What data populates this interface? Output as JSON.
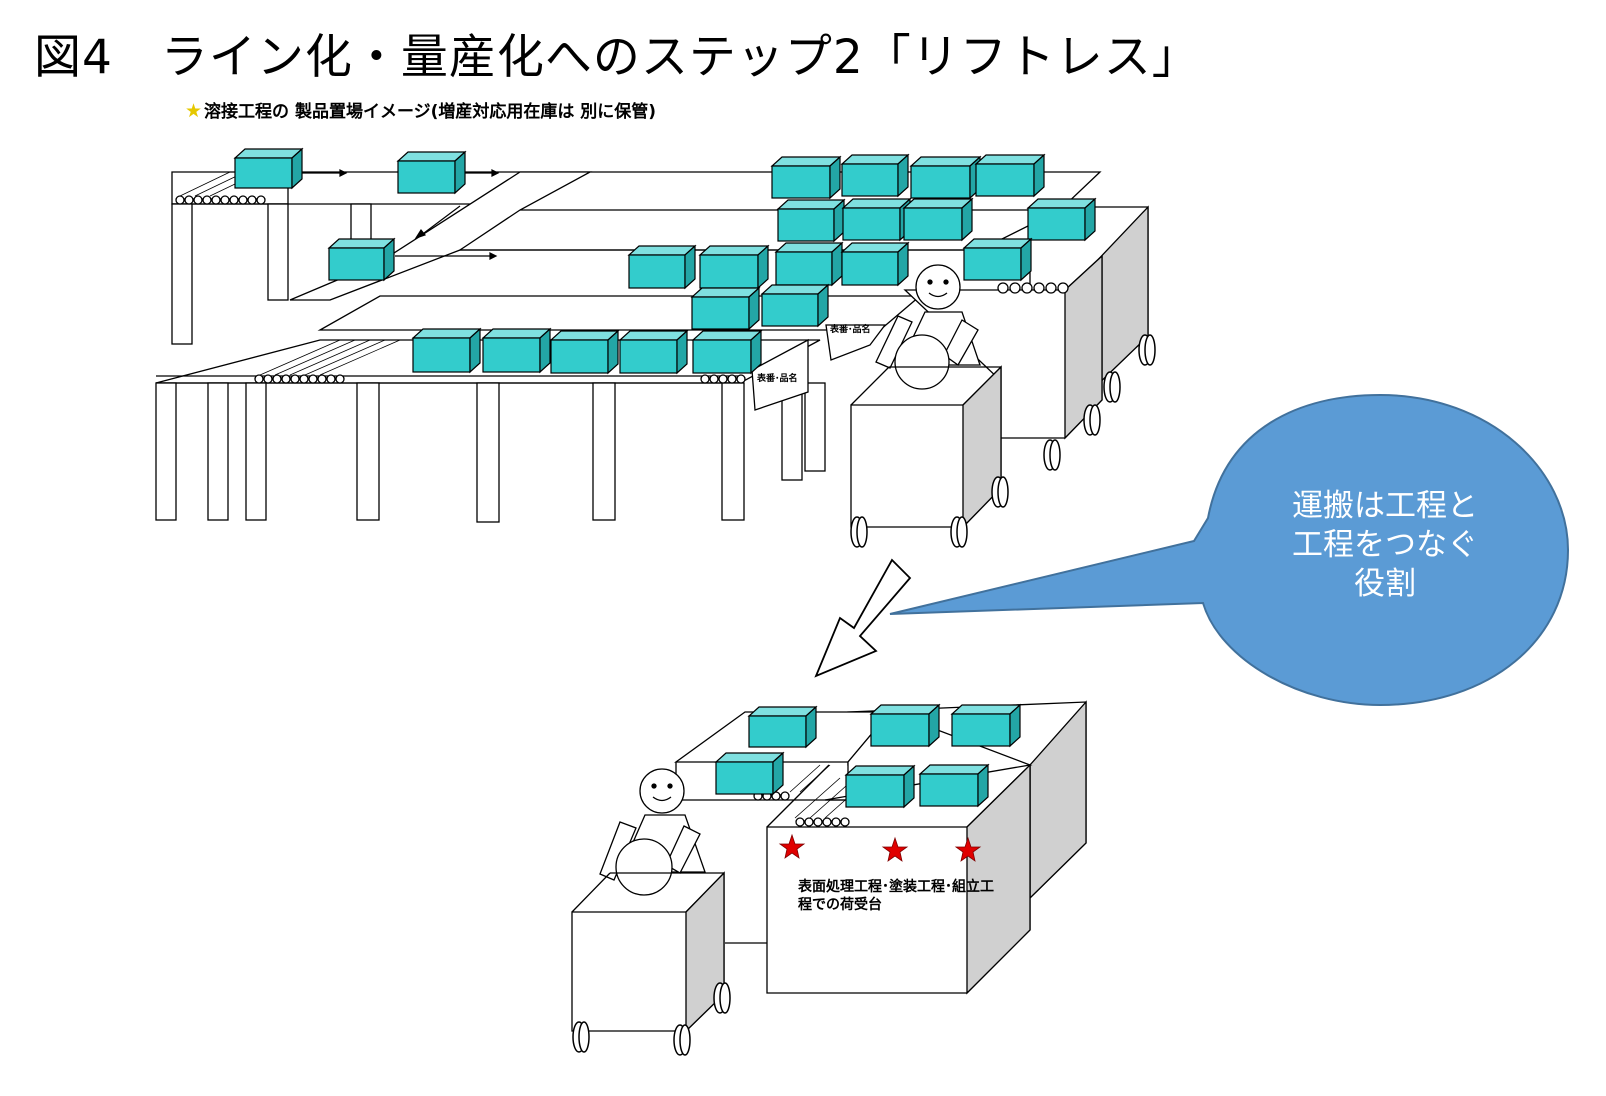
{
  "title": "図4　ライン化・量産化へのステップ2「リフトレス」",
  "subtitle": {
    "star_icon": "star-icon",
    "text": "溶接工程の 製品置場イメージ(増産対応用在庫は 別に保管)"
  },
  "callout": {
    "lines": [
      "運搬は工程と",
      "工程をつなぐ",
      "役割"
    ],
    "color": "#5b9bd5"
  },
  "station_label": {
    "line1": "表面処理工程･塗装工程･組立工",
    "line2": "程での荷受台"
  },
  "small_tags": [
    "表番･品名",
    "表番･品名"
  ],
  "colors": {
    "box": "#33cccc",
    "box_side": "#23a6a6",
    "cart_side": "#d0d0d0",
    "star_marker": "#e00000"
  }
}
